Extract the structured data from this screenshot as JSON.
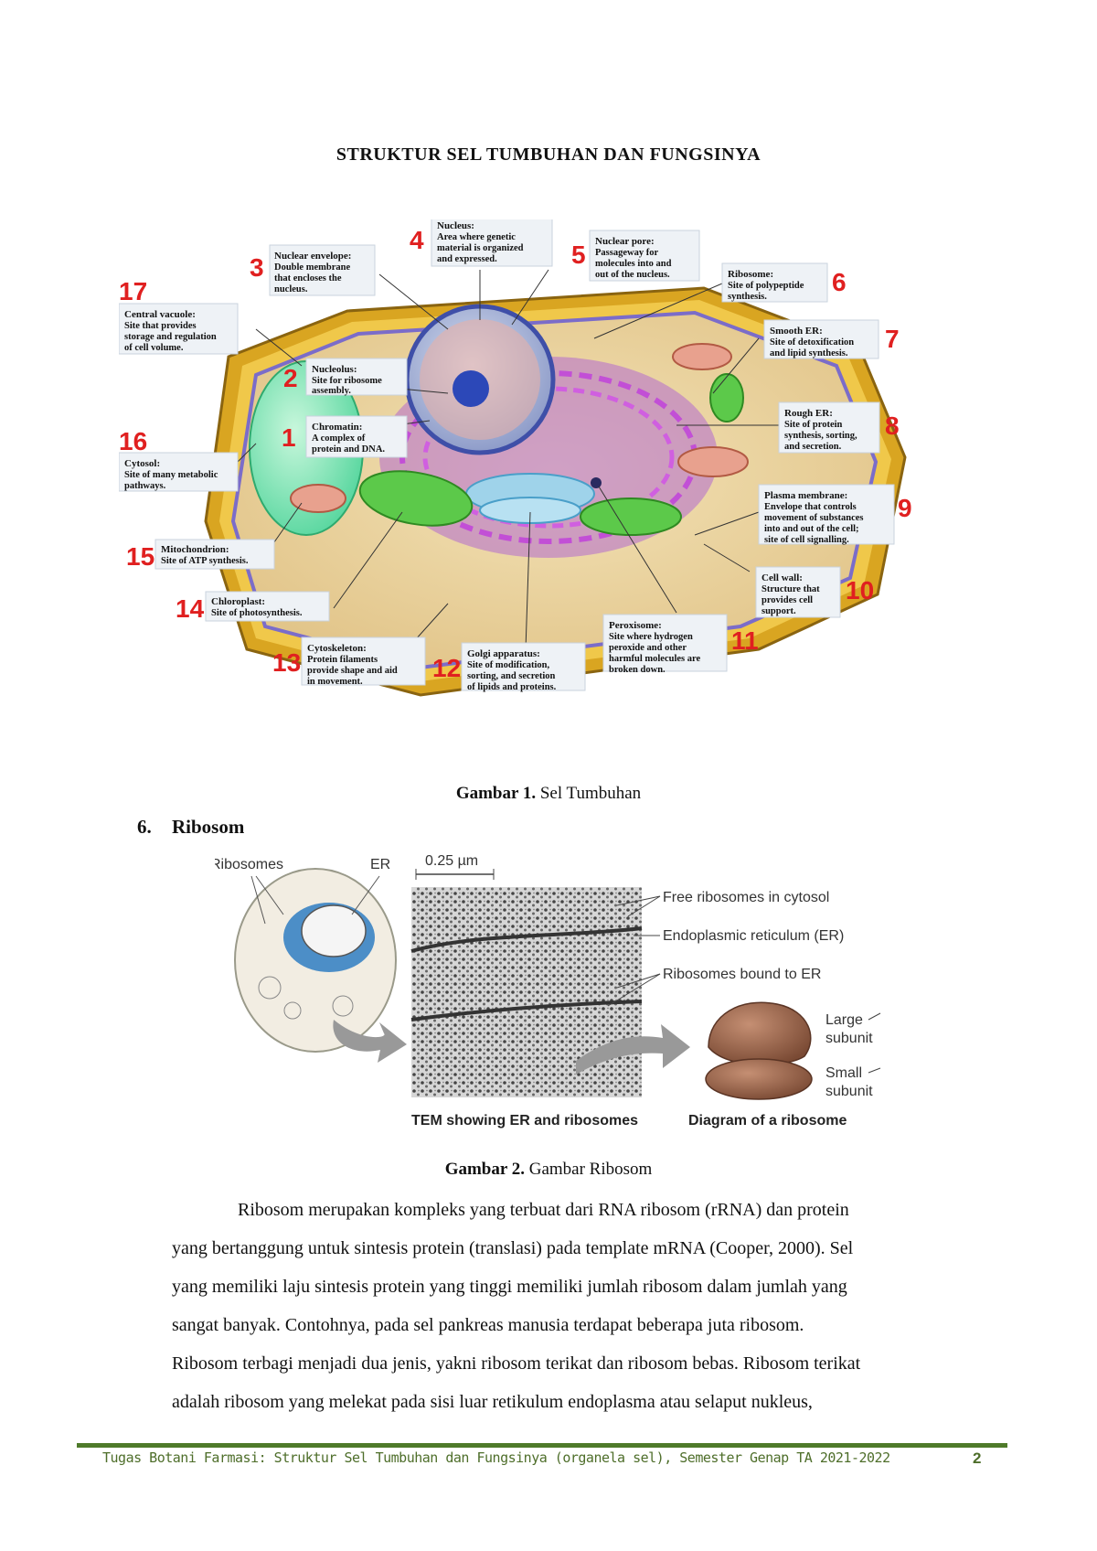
{
  "title": "STRUKTUR SEL TUMBUHAN DAN FUNGSINYA",
  "figure1": {
    "caption_label": "Gambar 1.",
    "caption_text": " Sel Tumbuhan",
    "labels": [
      {
        "num": "1",
        "title": "Chromatin:",
        "lines": [
          "A complex of",
          "protein and DNA."
        ]
      },
      {
        "num": "2",
        "title": "Nucleolus:",
        "lines": [
          "Site for ribosome",
          "assembly."
        ]
      },
      {
        "num": "3",
        "title": "Nuclear envelope:",
        "lines": [
          "Double membrane",
          "that encloses the",
          "nucleus."
        ]
      },
      {
        "num": "4",
        "title": "Nucleus:",
        "lines": [
          "Area where genetic",
          "material is organized",
          "and expressed."
        ]
      },
      {
        "num": "5",
        "title": "Nuclear pore:",
        "lines": [
          "Passageway for",
          "molecules into and",
          "out of the nucleus."
        ]
      },
      {
        "num": "6",
        "title": "Ribosome:",
        "lines": [
          "Site of polypeptide",
          "synthesis."
        ]
      },
      {
        "num": "7",
        "title": "Smooth ER:",
        "lines": [
          "Site of detoxification",
          "and lipid synthesis."
        ]
      },
      {
        "num": "8",
        "title": "Rough ER:",
        "lines": [
          "Site of protein",
          "synthesis, sorting,",
          "and secretion."
        ]
      },
      {
        "num": "9",
        "title": "Plasma membrane:",
        "lines": [
          "Envelope that controls",
          "movement of substances",
          "into and out of the cell;",
          "site of cell signalling."
        ]
      },
      {
        "num": "10",
        "title": "Cell wall:",
        "lines": [
          "Structure that",
          "provides cell",
          "support."
        ]
      },
      {
        "num": "11",
        "title": "Peroxisome:",
        "lines": [
          "Site where hydrogen",
          "peroxide and other",
          "harmful molecules are",
          "broken down."
        ]
      },
      {
        "num": "12",
        "title": "Golgi apparatus:",
        "lines": [
          "Site of modification,",
          "sorting, and secretion",
          "of lipids and proteins."
        ]
      },
      {
        "num": "13",
        "title": "Cytoskeleton:",
        "lines": [
          "Protein filaments",
          "provide shape and aid",
          "in movement."
        ]
      },
      {
        "num": "14",
        "title": "Chloroplast:",
        "lines": [
          "Site of photosynthesis."
        ]
      },
      {
        "num": "15",
        "title": "Mitochondrion:",
        "lines": [
          "Site of ATP synthesis."
        ]
      },
      {
        "num": "16",
        "title": "Cytosol:",
        "lines": [
          "Site of many metabolic",
          "pathways."
        ]
      },
      {
        "num": "17",
        "title": "Central vacuole:",
        "lines": [
          "Site that provides",
          "storage and regulation",
          "of cell volume."
        ]
      }
    ]
  },
  "section": {
    "number": "6.",
    "title": "Ribosom"
  },
  "figure2": {
    "scale": "0.25 µm",
    "ribosomes_label": "Ribosomes",
    "er_label": "ER",
    "free_ribosomes": "Free ribosomes in cytosol",
    "er_full": "Endoplasmic reticulum (ER)",
    "bound_ribosomes": "Ribosomes bound to ER",
    "large_subunit": [
      "Large",
      "subunit"
    ],
    "small_subunit": [
      "Small",
      "subunit"
    ],
    "tem_caption": "TEM showing ER and ribosomes",
    "diagram_caption": "Diagram of a ribosome",
    "caption_label": "Gambar 2.",
    "caption_text": " Gambar Ribosom"
  },
  "paragraph_lines": [
    "Ribosom merupakan kompleks yang terbuat dari RNA ribosom (rRNA) dan protein",
    "yang bertanggung untuk sintesis protein (translasi) pada template mRNA (Cooper, 2000). Sel",
    "yang memiliki laju sintesis protein yang tinggi  memiliki jumlah ribosom dalam jumlah yang",
    "sangat banyak. Contohnya, pada sel pankreas manusia terdapat beberapa juta ribosom.",
    "Ribosom terbagi menjadi dua jenis, yakni ribosom terikat dan ribosom bebas. Ribosom terikat",
    "adalah ribosom yang melekat pada sisi luar retikulum endoplasma atau selaput nukleus,"
  ],
  "footer": {
    "text": "Tugas Botani Farmasi: Struktur Sel Tumbuhan dan Fungsinya (organela sel), Semester Genap TA 2021-2022",
    "page": "2"
  },
  "colors": {
    "footer_green": "#4e7a2a",
    "label_red": "#e02020",
    "cell_wall": "#d9a521"
  }
}
